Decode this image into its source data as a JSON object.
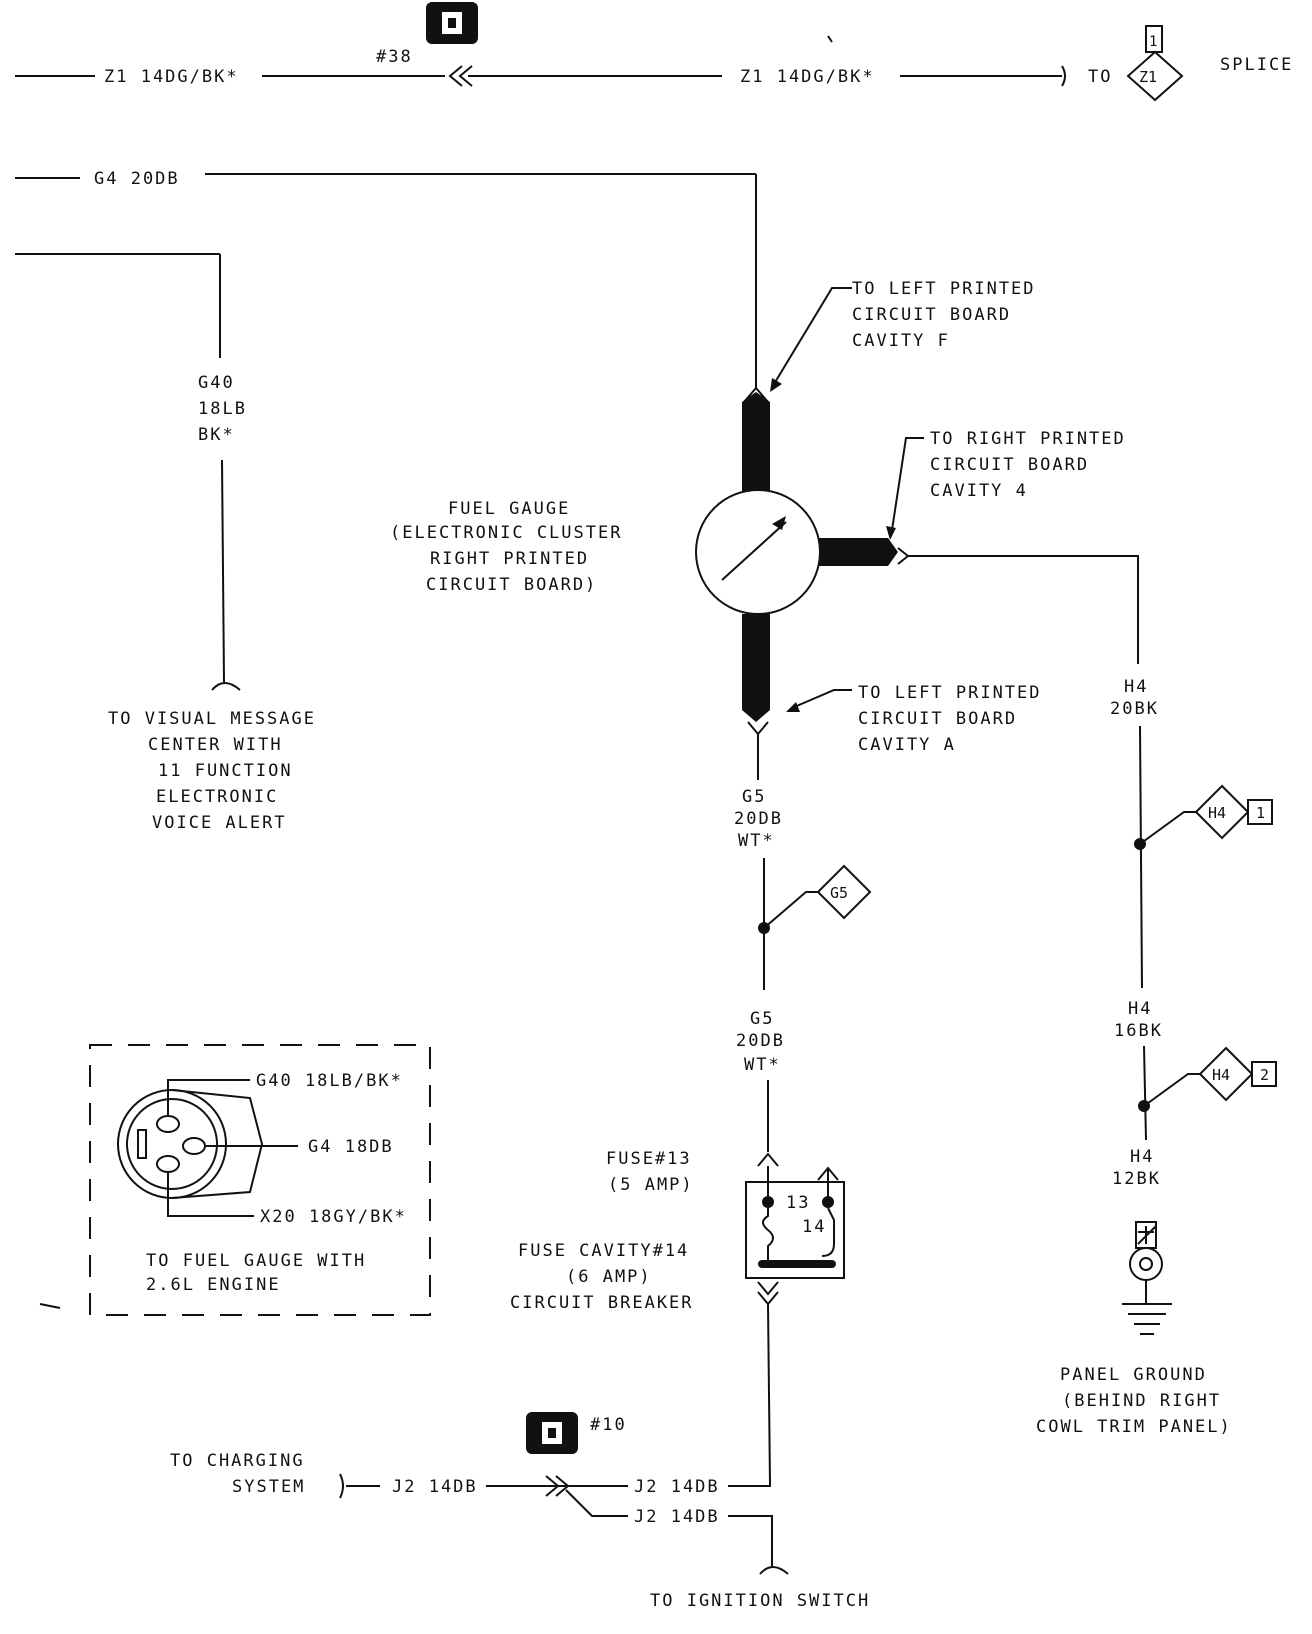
{
  "top": {
    "z1_left": "Z1 14DG/BK*",
    "z1_right": "Z1 14DG/BK*",
    "connector_38": "#38",
    "to_label": "TO",
    "splice_label": "SPLICE",
    "splice_id": "Z1",
    "splice_num": "1",
    "g4": "G4 20DB"
  },
  "g40_wire": [
    "G40",
    "18LB",
    "BK*"
  ],
  "vmc_label": [
    "TO VISUAL MESSAGE",
    "CENTER WITH",
    "11 FUNCTION",
    "ELECTRONIC",
    "VOICE ALERT"
  ],
  "gauge": {
    "title": [
      "FUEL GAUGE",
      "(ELECTRONIC CLUSTER",
      "RIGHT PRINTED",
      "CIRCUIT BOARD)"
    ],
    "cavity_f": [
      "TO LEFT PRINTED",
      "CIRCUIT BOARD",
      "CAVITY F"
    ],
    "cavity_4": [
      "TO RIGHT PRINTED",
      "CIRCUIT BOARD",
      "CAVITY 4"
    ],
    "cavity_a": [
      "TO LEFT PRINTED",
      "CIRCUIT BOARD",
      "CAVITY A"
    ]
  },
  "g5": {
    "upper": [
      "G5",
      "20DB",
      "WT*"
    ],
    "lower": [
      "G5",
      "20DB",
      "WT*"
    ],
    "splice_id": "G5"
  },
  "h4": {
    "upper": [
      "H4",
      "20BK"
    ],
    "mid": [
      "H4",
      "16BK"
    ],
    "lower": [
      "H4",
      "12BK"
    ],
    "splice_id": "H4",
    "splice1_num": "1",
    "splice2_num": "2"
  },
  "ground": [
    "PANEL GROUND",
    "(BEHIND RIGHT",
    "COWL TRIM PANEL)"
  ],
  "inset": {
    "g40": "G40 18LB/BK*",
    "g4": "G4 18DB",
    "x20": "X20 18GY/BK*",
    "caption": [
      "TO FUEL GAUGE WITH",
      "2.6L ENGINE"
    ]
  },
  "fuse": {
    "label": [
      "FUSE#13",
      "(5 AMP)"
    ],
    "cavity": [
      "FUSE CAVITY#14",
      "(6 AMP)",
      "CIRCUIT BREAKER"
    ],
    "num13": "13",
    "num14": "14"
  },
  "bottom": {
    "connector_10": "#10",
    "charging": [
      "TO CHARGING",
      "SYSTEM"
    ],
    "j2_left": "J2 14DB",
    "j2_upper": "J2 14DB",
    "j2_lower": "J2 14DB",
    "ignition": "TO IGNITION SWITCH"
  }
}
